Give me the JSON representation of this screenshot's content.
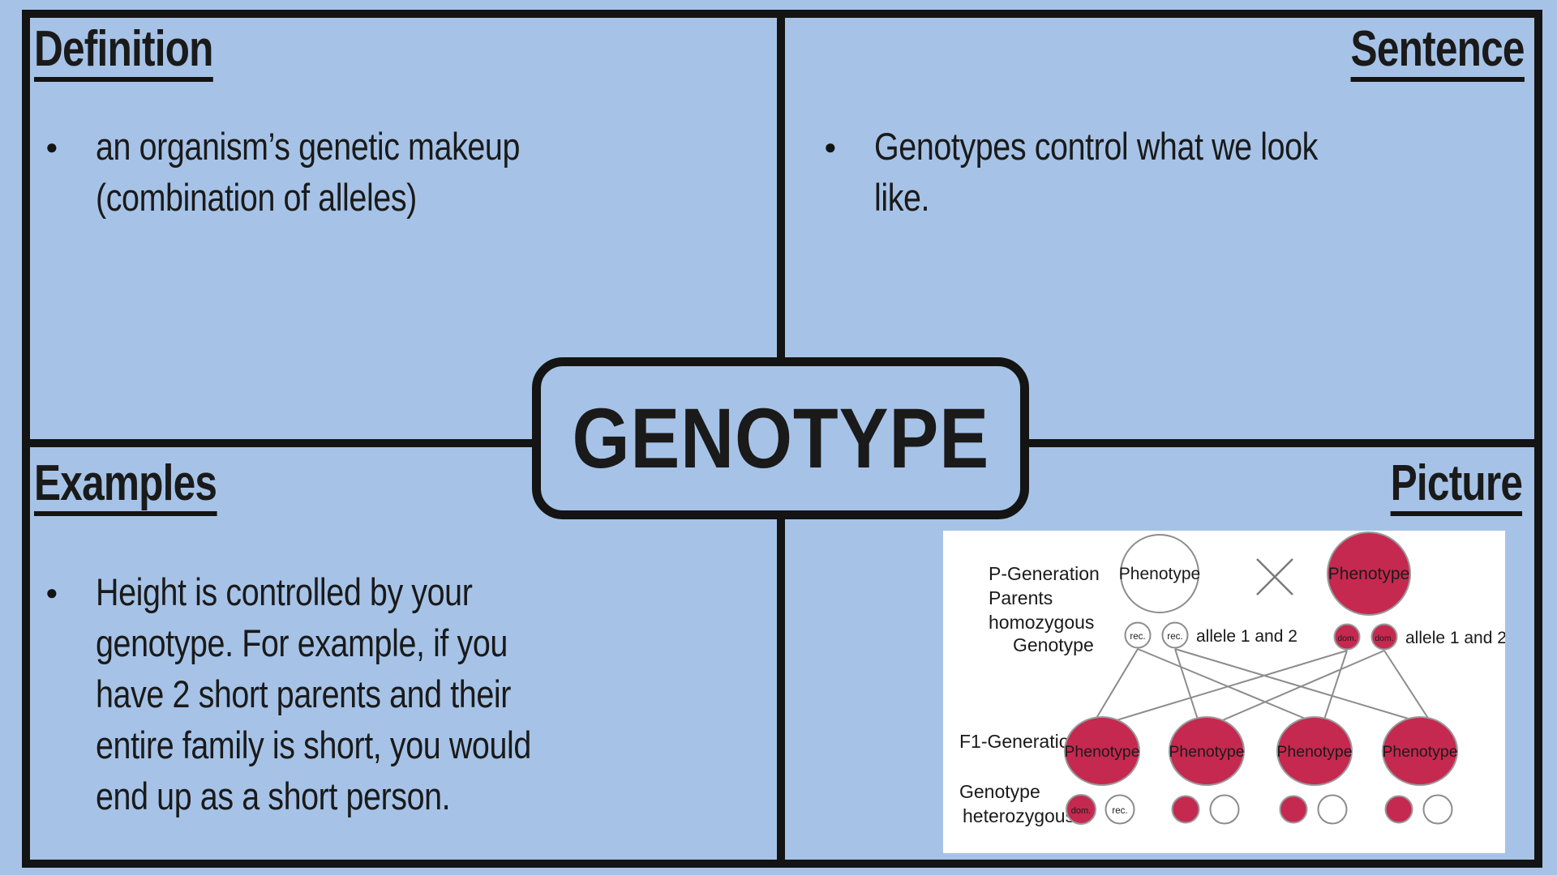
{
  "title": "GENOTYPE",
  "bullet_glyph": "●",
  "quadrants": {
    "definition": {
      "heading": "Definition",
      "bullet": "an organism’s genetic makeup\n(combination of alleles)"
    },
    "sentence": {
      "heading": "Sentence",
      "bullet": "Genotypes control what we look\nlike."
    },
    "examples": {
      "heading": "Examples",
      "bullet": "Height is controlled by your\ngenotype. For example, if you\nhave 2 short parents and their\nentire family is short, you would\nend up as a short person."
    },
    "picture": {
      "heading": "Picture"
    }
  },
  "diagram": {
    "p_labels": [
      "P-Generation",
      "Parents",
      "homozygous",
      "Genotype"
    ],
    "phenotype": "Phenotype",
    "rec": "rec.",
    "dom": "dom.",
    "allele": "allele 1 and 2",
    "f1_label": "F1-Generation",
    "bottom_label_1": "Genotype",
    "bottom_label_2": "heterozygous"
  },
  "colors": {
    "background": "#a6c3e7",
    "border": "#141414",
    "accent_red": "#c5294f",
    "diagram_stroke": "#8c8c8c"
  }
}
